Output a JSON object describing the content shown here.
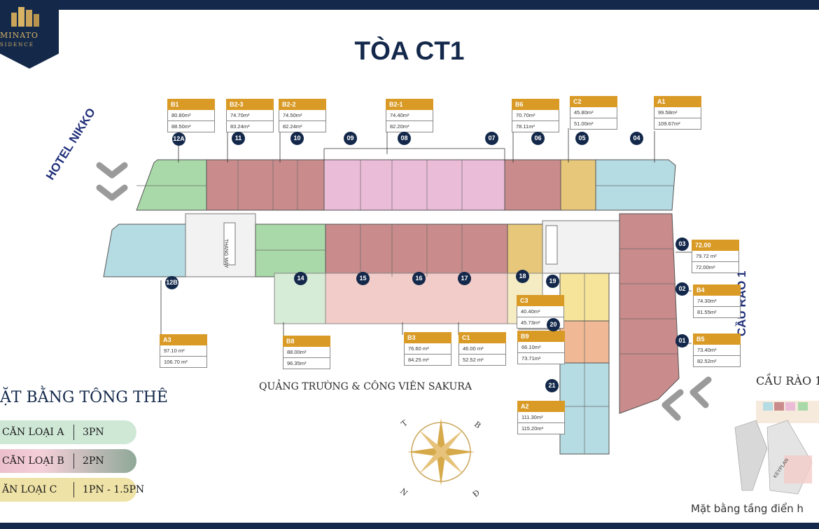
{
  "brand": {
    "line1": "MINATO",
    "line2": "SIDENCE"
  },
  "title": "TÒA CT1",
  "labels": {
    "hotel": "HOTEL NIKKO",
    "cau_rao_side": "CẦU RÀO 1",
    "plaza": "QUẢNG TRƯỜNG & CÔNG VIÊN SAKURA",
    "elevator": "THANG MÁY"
  },
  "legend": {
    "title": "ẶT BẰNG TÔNG THÊ",
    "items": [
      {
        "label": "CĂN LOẠI A",
        "rooms": "3PN"
      },
      {
        "label": "CĂN LOẠI B",
        "rooms": "2PN"
      },
      {
        "label": "ĂN LOẠI C",
        "rooms": "1PN - 1.5PN"
      }
    ]
  },
  "keyplan": {
    "title": "CẦU RÀO 1",
    "caption": "Mặt bằng tầng điển h",
    "tag": "KEYPLAN"
  },
  "compass": {
    "n": "N",
    "t": "T",
    "b": "B",
    "d": "Đ"
  },
  "tags": [
    {
      "name": "B1",
      "r1": "80.80m²",
      "r2": "88.50m²"
    },
    {
      "name": "B2-3",
      "r1": "74.70m²",
      "r2": "83.24m²"
    },
    {
      "name": "B2-2",
      "r1": "74.50m²",
      "r2": "82.24m²"
    },
    {
      "name": "B2-1",
      "r1": "74.40m²",
      "r2": "82.20m²"
    },
    {
      "name": "B6",
      "r1": "70.70m²",
      "r2": "78.11m²"
    },
    {
      "name": "C2",
      "r1": "45.80m²",
      "r2": "51.00m²"
    },
    {
      "name": "A1",
      "r1": "99.58m²",
      "r2": "109.67m²"
    },
    {
      "name": "72.00",
      "r1": "79.72 m²",
      "r2": "72.00m²"
    },
    {
      "name": "B4",
      "r1": "74.30m²",
      "r2": "81.55m²"
    },
    {
      "name": "B5",
      "r1": "73.40m²",
      "r2": "82.52m²"
    },
    {
      "name": "C3",
      "r1": "40.40m²",
      "r2": "45.73m²"
    },
    {
      "name": "B9",
      "r1": "66.10m²",
      "r2": "73.71m²"
    },
    {
      "name": "A2",
      "r1": "111.30m²",
      "r2": "115.20m²"
    },
    {
      "name": "A3",
      "r1": "97.10 m²",
      "r2": "106.70 m²"
    },
    {
      "name": "B8",
      "r1": "88.00m²",
      "r2": "96.35m²"
    },
    {
      "name": "B3",
      "r1": "76.60 m²",
      "r2": "84.25 m²"
    },
    {
      "name": "C1",
      "r1": "46.00 m²",
      "r2": "52.52 m²"
    }
  ],
  "units": [
    "12A",
    "11",
    "10",
    "09",
    "08",
    "07",
    "06",
    "05",
    "04",
    "03",
    "02",
    "01",
    "12B",
    "14",
    "15",
    "16",
    "17",
    "18",
    "19",
    "20",
    "21"
  ],
  "colors": {
    "navy": "#13284a",
    "gold": "#d99a26",
    "typeA": "#b5dbe3",
    "typeB": "#c98b8b",
    "typeB2": "#ebbcd8",
    "typeC": "#e7c77a",
    "green": "#a9d9a8"
  }
}
